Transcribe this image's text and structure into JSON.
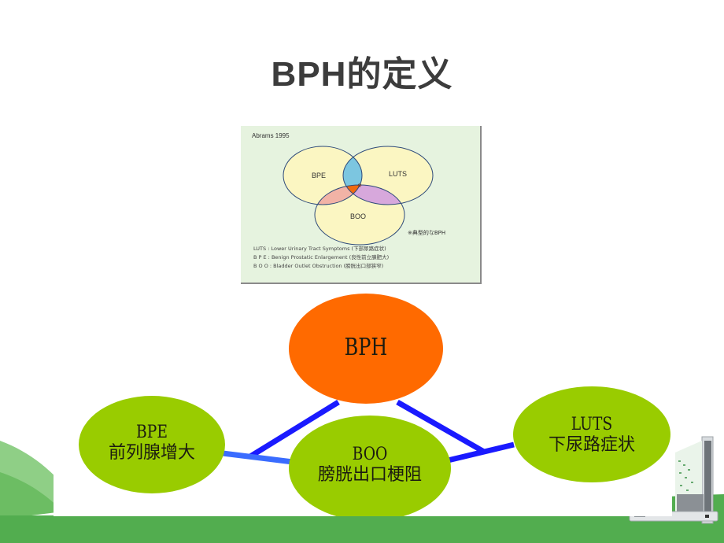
{
  "slide": {
    "title": "BPH的定义",
    "colors": {
      "background": "#ffffff",
      "title_text": "#3c3c3c",
      "footer_green": "#52ad4f",
      "footer_wave_light": "#8fcf86",
      "bph_orange": "#ff6a00",
      "node_green": "#99cc00",
      "connector_blue": "#1a1aff",
      "connector_blue_light": "#3a6cff"
    }
  },
  "venn_figure": {
    "source_label": "Abrams 1995",
    "circles": [
      {
        "label": "BPE"
      },
      {
        "label": "LUTS"
      },
      {
        "label": "BOO"
      }
    ],
    "center_marker": "※",
    "note": "※典型的なBPH",
    "legend": [
      "LUTS : Lower Urinary Tract Symptoms (下部尿路症状)",
      "B P E : Benign Prostatic Enlargement (良性前立腺肥大)",
      "B O O : Bladder Outlet Obstruction (膀胱出口部狭窄)"
    ],
    "colors": {
      "panel_bg": "#e6f3df",
      "circle_fill": "#fbf6c2",
      "circle_stroke": "#2e4a7a",
      "bpe_luts_overlap": "#7cc6e0",
      "bpe_boo_overlap": "#f2b3a6",
      "luts_boo_overlap": "#d7a8dc",
      "center_overlap": "#f06a10"
    }
  },
  "concept_diagram": {
    "nodes": {
      "bph": {
        "abbr": "BPH"
      },
      "bpe": {
        "abbr": "BPE",
        "chinese": "前列腺增大"
      },
      "boo": {
        "abbr": "BOO",
        "chinese": "膀胱出口梗阻"
      },
      "luts": {
        "abbr": "LUTS",
        "chinese": "下尿路症状"
      }
    }
  }
}
